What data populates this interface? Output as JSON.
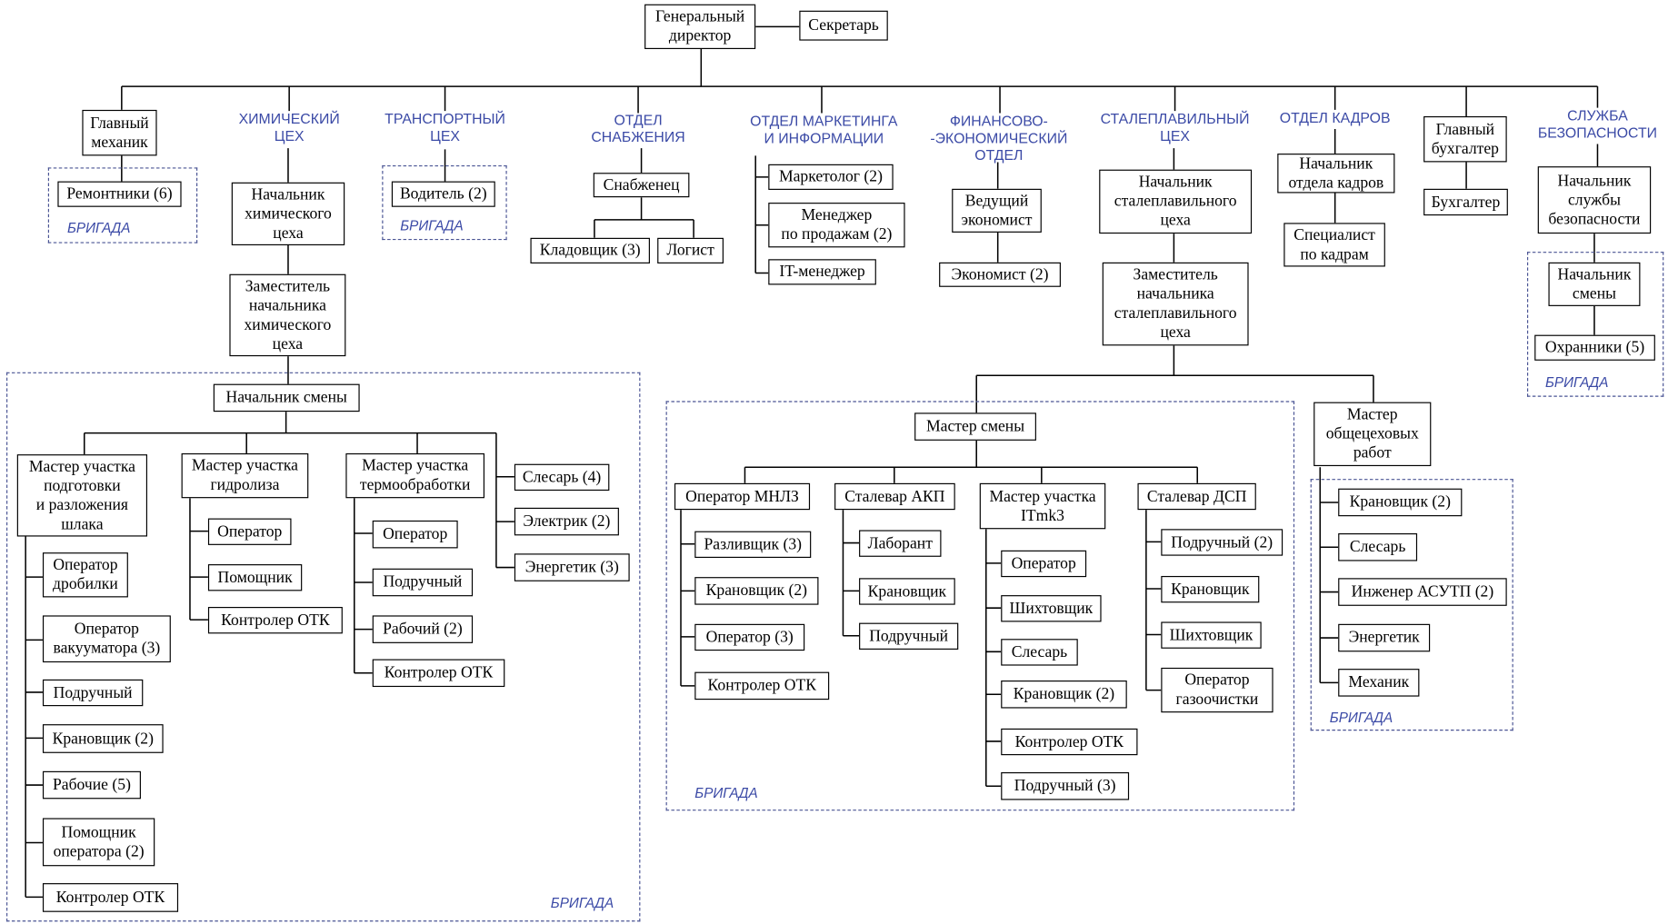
{
  "director": {
    "title": "Генеральный\nдиректор",
    "secretary": "Секретарь"
  },
  "brigade_label": "БРИГАДА",
  "colors": {
    "unit_text": "#3b4aa6",
    "brigade_border": "#4a5494",
    "line": "#000000"
  },
  "departments": [
    {
      "name": "",
      "head": "Главный\nмеханик",
      "staff": [
        "Ремонтники (6)"
      ]
    },
    {
      "name": "ХИМИЧЕСКИЙ\nЦЕХ",
      "head": "Начальник\nхимического\nцеха",
      "deputy": "Заместитель\nначальника\nхимического\nцеха",
      "shift_head": "Начальник смены",
      "sections": [
        {
          "master": "Мастер участка\nподготовки\nи разложения\nшлака",
          "staff": [
            "Оператор\nдробилки",
            "Оператор\nвакууматора (3)",
            "Подручный",
            "Крановщик (2)",
            "Рабочие (5)",
            "Помощник\nоператора (2)",
            "Контролер ОТК"
          ]
        },
        {
          "master": "Мастер участка\nгидролиза",
          "staff": [
            "Оператор",
            "Помощник",
            "Контролер ОТК"
          ]
        },
        {
          "master": "Мастер участка\nтермообработки",
          "staff": [
            "Оператор",
            "Подручный",
            "Рабочий (2)",
            "Контролер ОТК"
          ]
        },
        {
          "master": "",
          "staff": [
            "Слесарь (4)",
            "Электрик (2)",
            "Энергетик (3)"
          ]
        }
      ]
    },
    {
      "name": "ТРАНСПОРТНЫЙ\nЦЕХ",
      "staff": [
        "Водитель (2)"
      ]
    },
    {
      "name": "ОТДЕЛ\nСНАБЖЕНИЯ",
      "head": "Снабженец",
      "staff": [
        "Кладовщик (3)",
        "Логист"
      ]
    },
    {
      "name": "ОТДЕЛ МАРКЕТИНГА\nИ ИНФОРМАЦИИ",
      "staff": [
        "Маркетолог (2)",
        "Менеджер\nпо продажам (2)",
        "IT-менеджер"
      ]
    },
    {
      "name": "ФИНАНСОВО-\n-ЭКОНОМИЧЕСКИЙ\nОТДЕЛ",
      "head": "Ведущий\nэкономист",
      "staff": [
        "Экономист (2)"
      ]
    },
    {
      "name": "СТАЛЕПЛАВИЛЬНЫЙ\nЦЕХ",
      "head": "Начальник\nсталеплавильного\nцеха",
      "deputy": "Заместитель\nначальника\nсталеплавильного\nцеха",
      "shift_master": "Мастер смены",
      "general_master": "Мастер\nобщецеховых\nработ",
      "sections": [
        {
          "master": "Оператор МНЛЗ",
          "staff": [
            "Разливщик (3)",
            "Крановщик (2)",
            "Оператор (3)",
            "Контролер ОТК"
          ]
        },
        {
          "master": "Сталевар АКП",
          "staff": [
            "Лаборант",
            "Крановщик",
            "Подручный"
          ]
        },
        {
          "master": "Мастер участка\nITmk3",
          "staff": [
            "Оператор",
            "Шихтовщик",
            "Слесарь",
            "Крановщик (2)",
            "Контролер ОТК",
            "Подручный (3)"
          ]
        },
        {
          "master": "Сталевар ДСП",
          "staff": [
            "Подручный (2)",
            "Крановщик",
            "Шихтовщик",
            "Оператор\nгазоочистки"
          ]
        }
      ],
      "general_staff": [
        "Крановщик (2)",
        "Слесарь",
        "Инженер АСУТП (2)",
        "Энергетик",
        "Механик"
      ]
    },
    {
      "name": "ОТДЕЛ КАДРОВ",
      "head": "Начальник\nотдела кадров",
      "staff": [
        "Специалист\nпо кадрам"
      ]
    },
    {
      "name": "",
      "head": "Главный\nбухгалтер",
      "staff": [
        "Бухгалтер"
      ]
    },
    {
      "name": "СЛУЖБА\nБЕЗОПАСНОСТИ",
      "head": "Начальник\nслужбы\nбезопасности",
      "shift_head": "Начальник\nсмены",
      "staff": [
        "Охранники (5)"
      ]
    }
  ]
}
